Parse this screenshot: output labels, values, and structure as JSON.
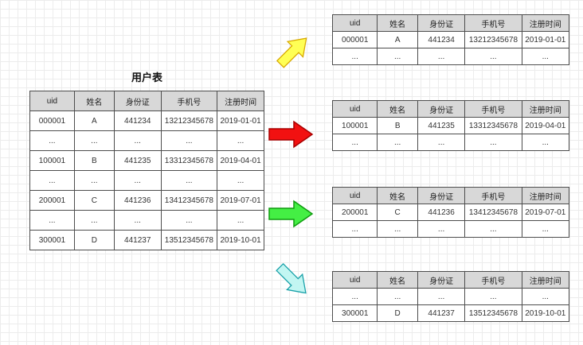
{
  "columns": [
    "uid",
    "姓名",
    "身份证",
    "手机号",
    "注册时间"
  ],
  "main_table": {
    "title": "用户表",
    "rows": [
      [
        "000001",
        "A",
        "441234",
        "13212345678",
        "2019-01-01"
      ],
      [
        "...",
        "...",
        "...",
        "...",
        "..."
      ],
      [
        "100001",
        "B",
        "441235",
        "13312345678",
        "2019-04-01"
      ],
      [
        "...",
        "...",
        "...",
        "...",
        "..."
      ],
      [
        "200001",
        "C",
        "441236",
        "13412345678",
        "2019-07-01"
      ],
      [
        "...",
        "...",
        "...",
        "...",
        "..."
      ],
      [
        "300001",
        "D",
        "441237",
        "13512345678",
        "2019-10-01"
      ]
    ]
  },
  "shard_tables": [
    {
      "rows": [
        [
          "000001",
          "A",
          "441234",
          "13212345678",
          "2019-01-01"
        ],
        [
          "...",
          "...",
          "...",
          "...",
          "..."
        ]
      ]
    },
    {
      "rows": [
        [
          "100001",
          "B",
          "441235",
          "13312345678",
          "2019-04-01"
        ],
        [
          "...",
          "...",
          "...",
          "...",
          "..."
        ]
      ]
    },
    {
      "rows": [
        [
          "200001",
          "C",
          "441236",
          "13412345678",
          "2019-07-01"
        ],
        [
          "...",
          "...",
          "...",
          "...",
          "..."
        ]
      ]
    },
    {
      "rows": [
        [
          "...",
          "...",
          "...",
          "...",
          "..."
        ],
        [
          "300001",
          "D",
          "441237",
          "13512345678",
          "2019-10-01"
        ]
      ]
    }
  ],
  "arrows": [
    {
      "name": "yellow",
      "direction": "up-right",
      "fill": "#ffff55",
      "stroke": "#d8a800"
    },
    {
      "name": "red",
      "direction": "right",
      "fill": "#f21111",
      "stroke": "#a80000"
    },
    {
      "name": "green",
      "direction": "right",
      "fill": "#44ef44",
      "stroke": "#0f9b0f"
    },
    {
      "name": "cyan",
      "direction": "down-right",
      "fill": "#c2f6f2",
      "stroke": "#17a0a8"
    }
  ],
  "colors": {
    "header_bg": "#d8d8d8",
    "table_border": "#4d4d4d",
    "grid": "#ececec"
  }
}
